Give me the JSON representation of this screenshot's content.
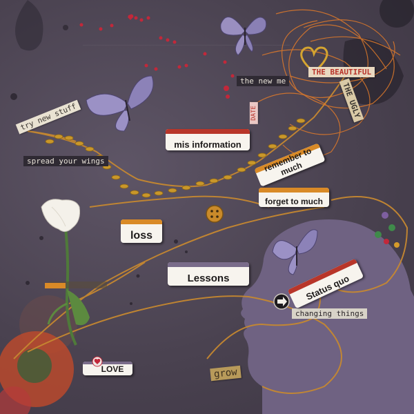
{
  "labels": {
    "try_new_stuff": "try new stuff",
    "spread_your_wings": "spread your wings",
    "the_new_me": "the new me",
    "the_beautiful": "THE BEAUTIFUL",
    "the_ugly": "THE UGLY",
    "date_stamp": "DATE",
    "mis_information": "mis information",
    "remember_to_much": "remember to much",
    "forget_to_much": "forget to much",
    "loss": "loss",
    "lessons": "Lessons",
    "status_quo": "Status quo",
    "changing_things": "changing things",
    "love": "LOVE",
    "grow": "grow"
  },
  "icons": {
    "butterfly_top": "butterfly-icon",
    "butterfly_left": "butterfly-icon",
    "butterfly_head": "butterfly-icon",
    "heart_charm": "heart-charm-icon",
    "button": "button-icon",
    "arrow": "arrow-right-icon",
    "flower": "white-flower-icon"
  },
  "colors": {
    "background": "#4b4352",
    "string": "#d4922f",
    "string_orange": "#e07a2a",
    "red_cap": "#b8362a",
    "purple_cap": "#7a6c8a",
    "silhouette": "#6f6282"
  }
}
